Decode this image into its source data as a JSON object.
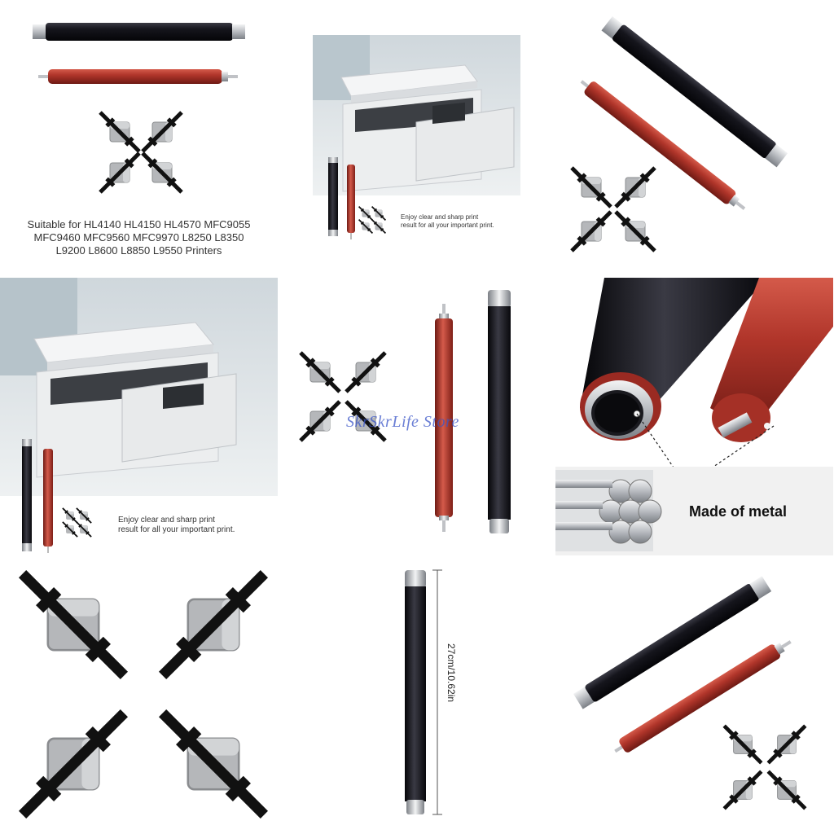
{
  "panel1": {
    "caption_lines": [
      "Suitable for HL4140 HL4150 HL4570 MFC9055",
      "MFC9460 MFC9560 MFC9970 L8250 L8350",
      "L9200 L8600 L8850 L9550 Printers"
    ]
  },
  "panel2": {
    "enjoy_lines": [
      "Enjoy clear and sharp print",
      "result for all your important print."
    ]
  },
  "panel4": {
    "enjoy_lines": [
      "Enjoy clear and sharp print",
      "result for all your important print."
    ]
  },
  "panel5": {
    "watermark": "SkrSkrLife Store"
  },
  "panel6": {
    "label": "Made of metal"
  },
  "panel8": {
    "dimension": "27cm/10.62in"
  },
  "colors": {
    "roller_black": "#15151c",
    "roller_red": "#b0352a",
    "metal": "#c9ccd0",
    "pad_gray": "#a7a9ac"
  },
  "icons": [
    "printer-icon",
    "fuser-roller-icon",
    "pressure-roller-icon",
    "separation-pad-icon",
    "metal-rods-icon"
  ]
}
